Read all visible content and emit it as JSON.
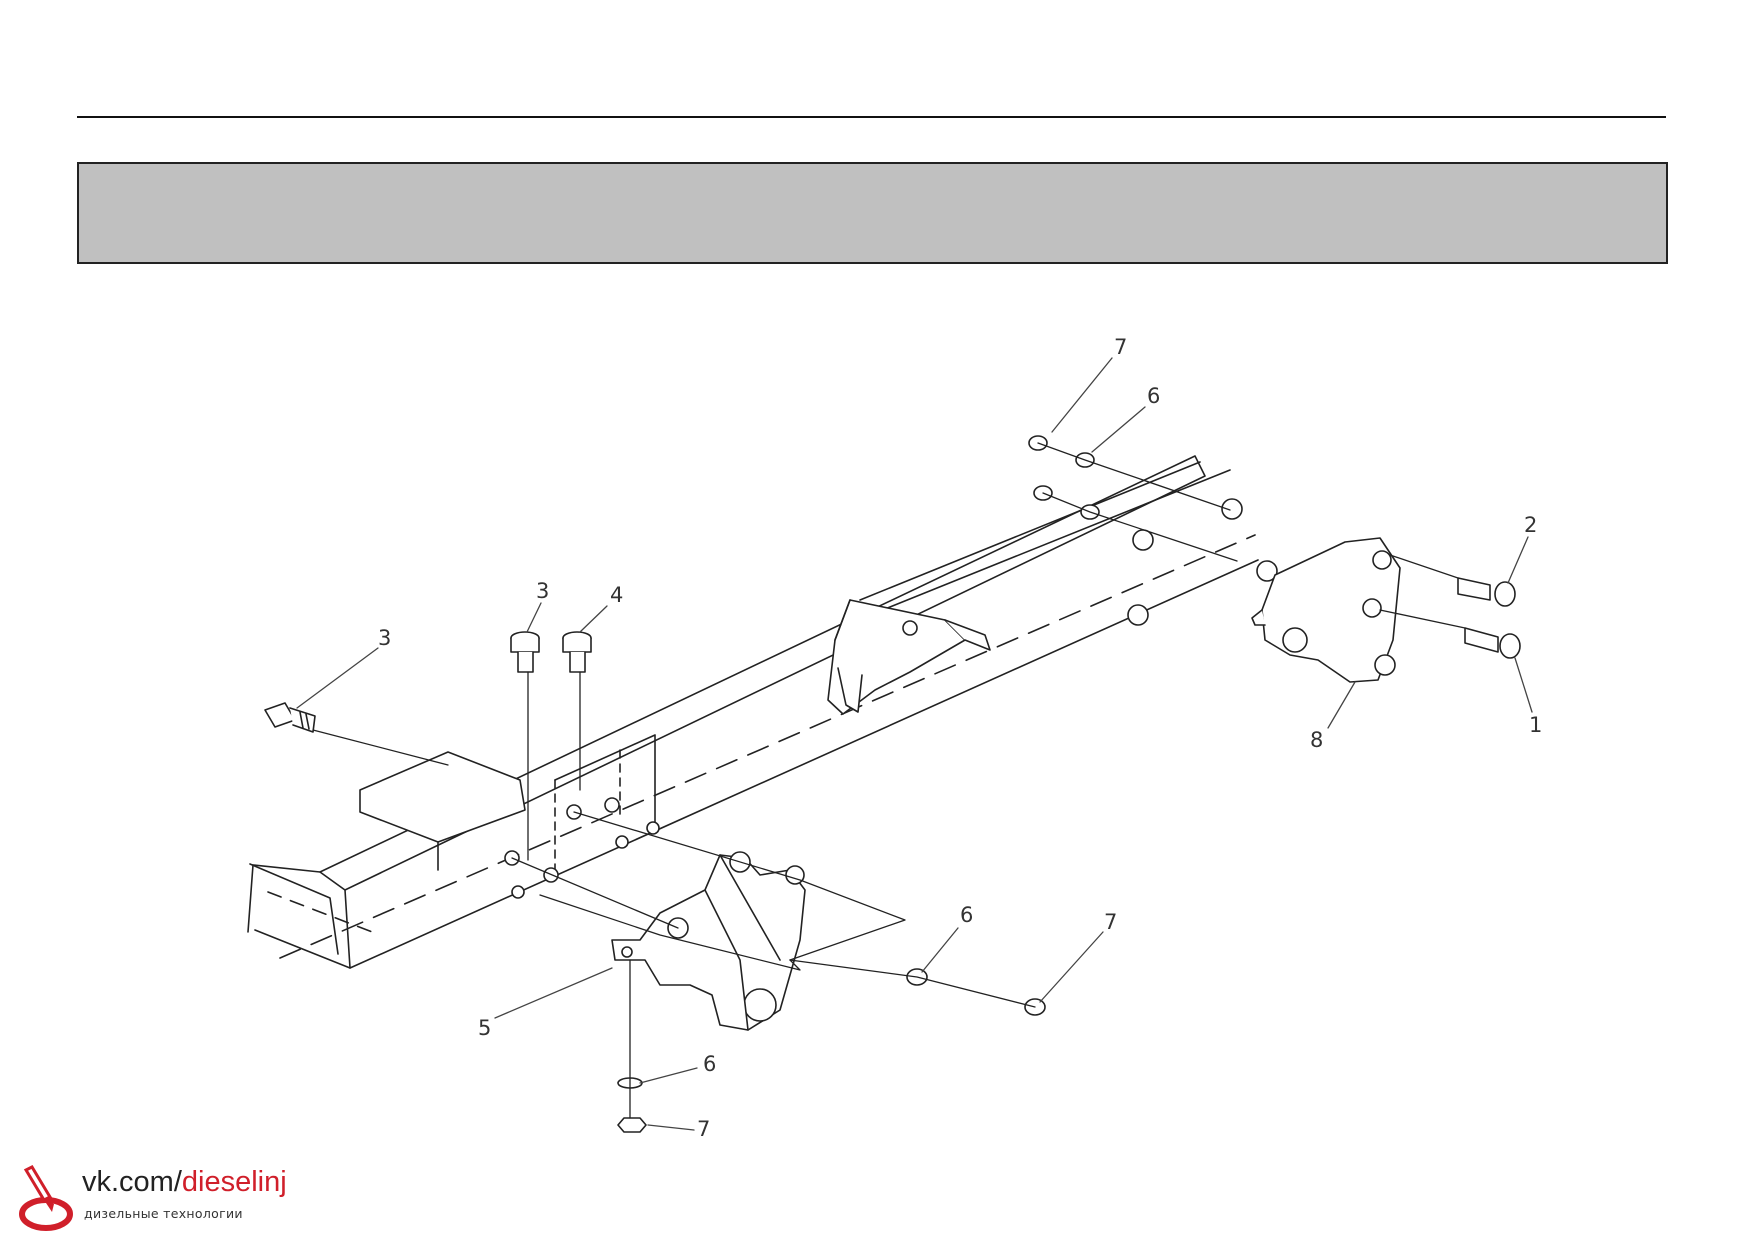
{
  "callouts": [
    {
      "id": "c1",
      "text": "1"
    },
    {
      "id": "c2",
      "text": "2"
    },
    {
      "id": "c3a",
      "text": "3"
    },
    {
      "id": "c3b",
      "text": "3"
    },
    {
      "id": "c4",
      "text": "4"
    },
    {
      "id": "c5",
      "text": "5"
    },
    {
      "id": "c6a",
      "text": "6"
    },
    {
      "id": "c6b",
      "text": "6"
    },
    {
      "id": "c6c",
      "text": "6"
    },
    {
      "id": "c7a",
      "text": "7"
    },
    {
      "id": "c7b",
      "text": "7"
    },
    {
      "id": "c7c",
      "text": "7"
    },
    {
      "id": "c8",
      "text": "8"
    }
  ],
  "watermark": {
    "url_prefix": "vk.com/",
    "url_suffix": "dieselinj",
    "subtitle": "дизельные технологии",
    "accent_color": "#d01f2a"
  }
}
